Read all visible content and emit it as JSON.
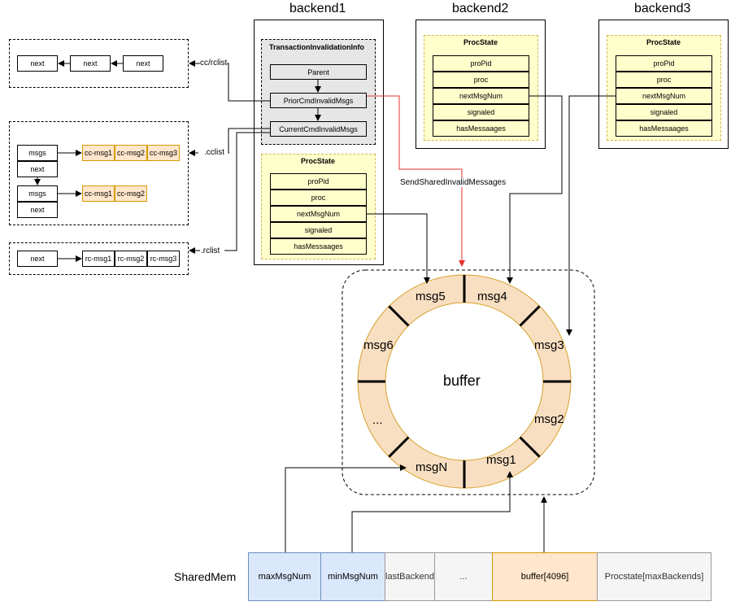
{
  "backends": {
    "b1_title": "backend1",
    "b2_title": "backend2",
    "b3_title": "backend3"
  },
  "txn": {
    "title": "TransactionInvalidationInfo",
    "parent": "Parent",
    "prior": "PriorCmdInvalidMsgs",
    "current": "CurrentCmdInvalidMsgs"
  },
  "procstate": {
    "title": "ProcState",
    "fields": [
      "proPid",
      "proc",
      "nextMsgNum",
      "signaled",
      "hasMessaages"
    ]
  },
  "lists": {
    "top_next": [
      "next",
      "next",
      "next"
    ],
    "cc_rclist_label": "cc/rclist",
    "cclist_label": ".cclist",
    "rclist_label": ".rclist",
    "msgs": "msgs",
    "next": "next",
    "cc_row1": [
      "cc-msg1",
      "cc-msg2",
      "cc-msg3"
    ],
    "cc_row2": [
      "cc-msg1",
      "cc-msg2"
    ],
    "rc_row": [
      "rc-msg1",
      "rc-msg2",
      "rc-msg3"
    ]
  },
  "send_label": "SendSharedInvalidMessages",
  "ring": {
    "center": "buffer",
    "msgs": [
      "msg5",
      "msg4",
      "msg6",
      "msg3",
      "...",
      "msg2",
      "msgN",
      "msg1"
    ],
    "colors": {
      "fill": "#f9dfc2",
      "stroke": "#d6a12c"
    }
  },
  "sharedmem": {
    "label": "SharedMem",
    "cells": [
      "maxMsgNum",
      "minMsgNum",
      "lastBackend",
      "...",
      "buffer[4096]",
      "Procstate[maxBackends]"
    ],
    "colors": {
      "blue": "#dae8fc",
      "gray": "#f5f5f5",
      "orange": "#ffe6cc"
    }
  },
  "colors": {
    "yellow": "#ffffcc",
    "yellow_border": "#d6b656",
    "gray_box": "#e6e6e6",
    "red": "#e5302e"
  }
}
